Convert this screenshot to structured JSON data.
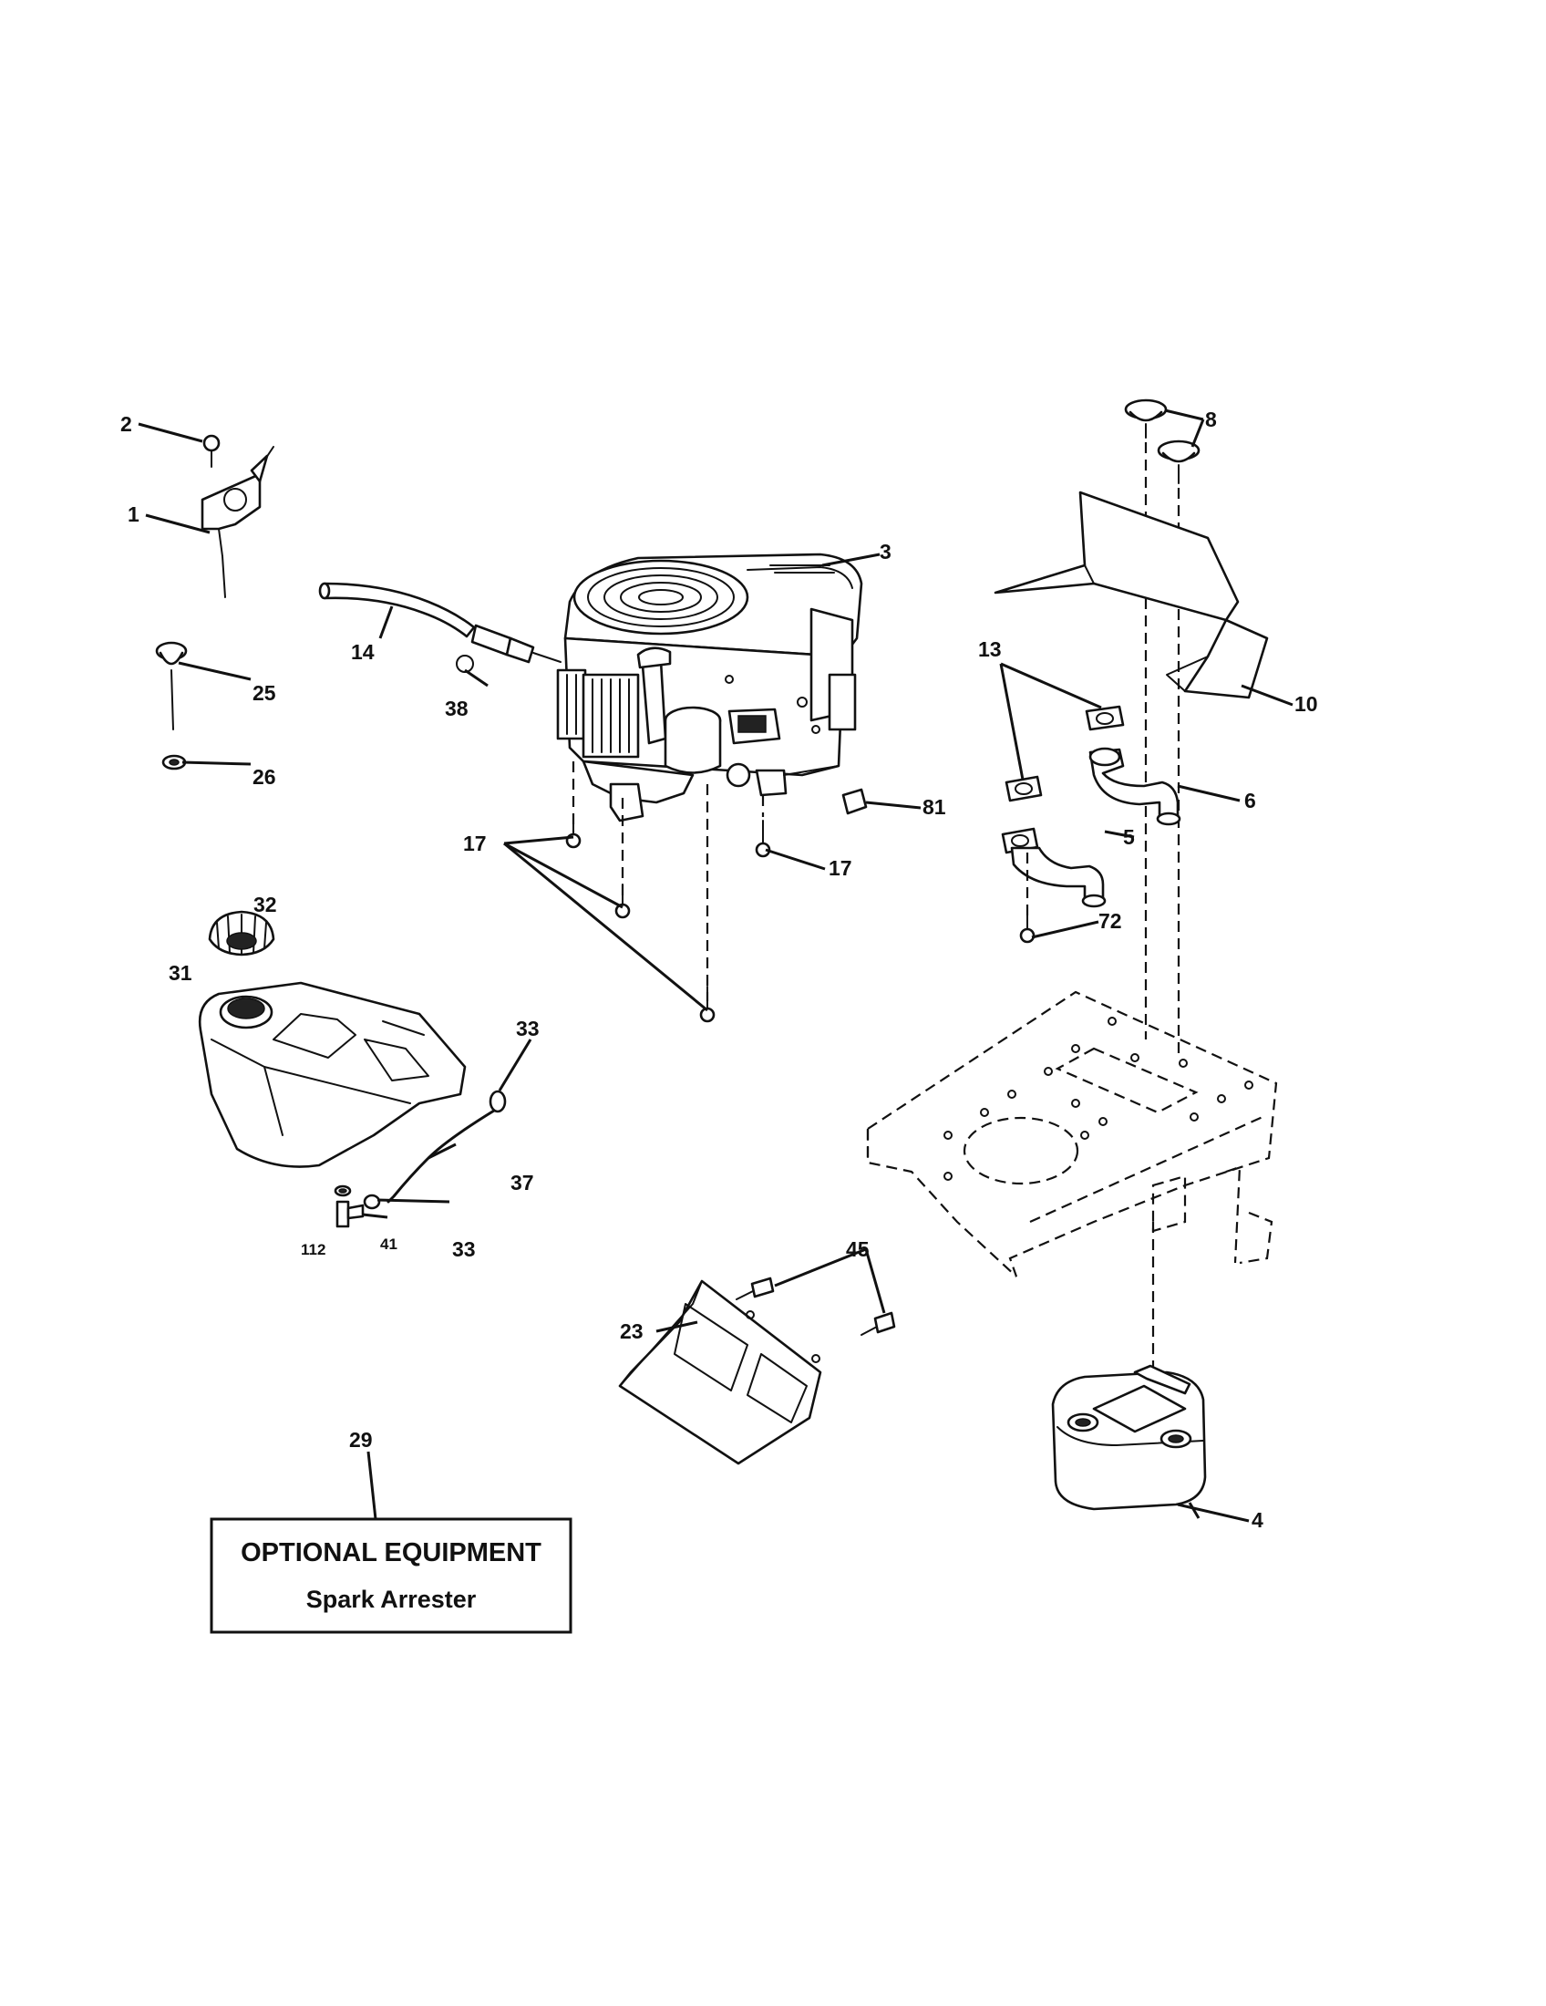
{
  "callouts": {
    "c1": "1",
    "c2": "2",
    "c3": "3",
    "c4": "4",
    "c5": "5",
    "c6": "6",
    "c8": "8",
    "c10": "10",
    "c13": "13",
    "c14": "14",
    "c17a": "17",
    "c17b": "17",
    "c23": "23",
    "c25": "25",
    "c26": "26",
    "c29": "29",
    "c31": "31",
    "c32": "32",
    "c33a": "33",
    "c33b": "33",
    "c37": "37",
    "c38": "38",
    "c41": "41",
    "c45": "45",
    "c72": "72",
    "c81": "81",
    "c112": "112"
  },
  "optional_box": {
    "title": "OPTIONAL EQUIPMENT",
    "subtitle": "Spark Arrester"
  }
}
